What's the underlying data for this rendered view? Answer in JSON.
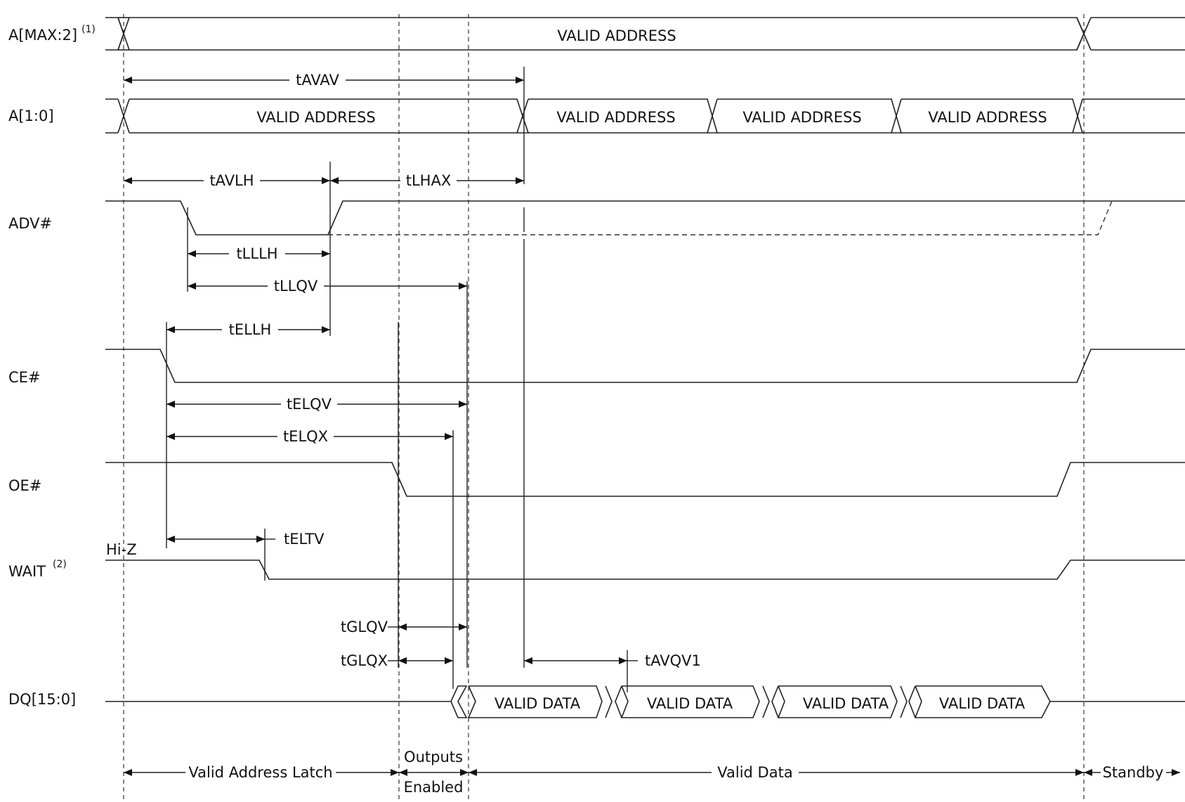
{
  "signals": {
    "amax": {
      "name": "A[MAX:2]",
      "note": "(1)",
      "bus_value": "VALID ADDRESS"
    },
    "a10": {
      "name": "A[1:0]",
      "bus_values": [
        "VALID ADDRESS",
        "VALID ADDRESS",
        "VALID ADDRESS",
        "VALID ADDRESS"
      ]
    },
    "adv": {
      "name": "ADV#"
    },
    "ce": {
      "name": "CE#"
    },
    "oe": {
      "name": "OE#"
    },
    "wait": {
      "name": "WAIT",
      "note": "(2)",
      "state": "Hi-Z"
    },
    "dq": {
      "name": "DQ[15:0]",
      "bus_values": [
        "VALID DATA",
        "VALID DATA",
        "VALID DATA",
        "VALID DATA"
      ]
    }
  },
  "timings": {
    "tAVAV": "tAVAV",
    "tAVLH": "tAVLH",
    "tLHAX": "tLHAX",
    "tLLLH": "tLLLH",
    "tLLQV": "tLLQV",
    "tELLH": "tELLH",
    "tELQV": "tELQV",
    "tELQX": "tELQX",
    "tELTV": "tELTV",
    "tGLQV": "tGLQV",
    "tGLQX": "tGLQX",
    "tAVQV1": "tAVQV1"
  },
  "phases": {
    "latch": "Valid Address Latch",
    "outputs_enabled_1": "Outputs",
    "outputs_enabled_2": "Enabled",
    "valid_data": "Valid Data",
    "standby": "Standby"
  }
}
